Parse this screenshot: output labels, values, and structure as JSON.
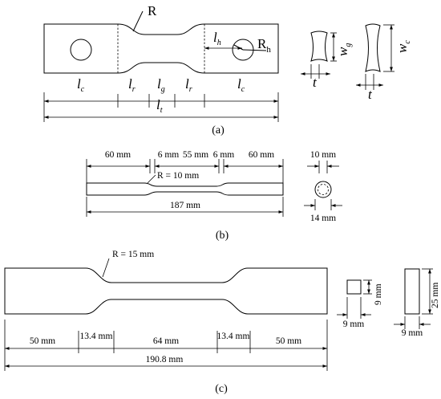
{
  "panel_a": {
    "caption": "(a)",
    "radius_label": "R",
    "hole_radius": {
      "sym": "R",
      "sub": "h"
    },
    "hole_offset": {
      "sym": "l",
      "sub": "h"
    },
    "dims": {
      "lc_left": {
        "sym": "l",
        "sub": "c"
      },
      "lr_left": {
        "sym": "l",
        "sub": "r"
      },
      "lg": {
        "sym": "l",
        "sub": "g"
      },
      "lr_right": {
        "sym": "l",
        "sub": "r"
      },
      "lc_right": {
        "sym": "l",
        "sub": "c"
      },
      "lt": {
        "sym": "l",
        "sub": "t"
      }
    },
    "section_gauge": {
      "width": {
        "sym": "w",
        "sub": "g"
      },
      "thickness": "t"
    },
    "section_clamp": {
      "width": {
        "sym": "w",
        "sub": "c"
      },
      "thickness": "t"
    }
  },
  "panel_b": {
    "caption": "(b)",
    "dims": [
      "60 mm",
      "6 mm",
      "55 mm",
      "6 mm",
      "60 mm"
    ],
    "radius": "R = 10 mm",
    "total": "187 mm",
    "inner_diameter": "10 mm",
    "outer_diameter": "14 mm"
  },
  "panel_c": {
    "caption": "(c)",
    "radius": "R = 15 mm",
    "dims": [
      "50 mm",
      "13.4 mm",
      "64 mm",
      "13.4 mm",
      "50 mm"
    ],
    "total": "190.8 mm",
    "gauge_section": {
      "height": "9 mm",
      "width": "9 mm"
    },
    "grip_section": {
      "height": "25 mm",
      "width": "9 mm"
    }
  }
}
